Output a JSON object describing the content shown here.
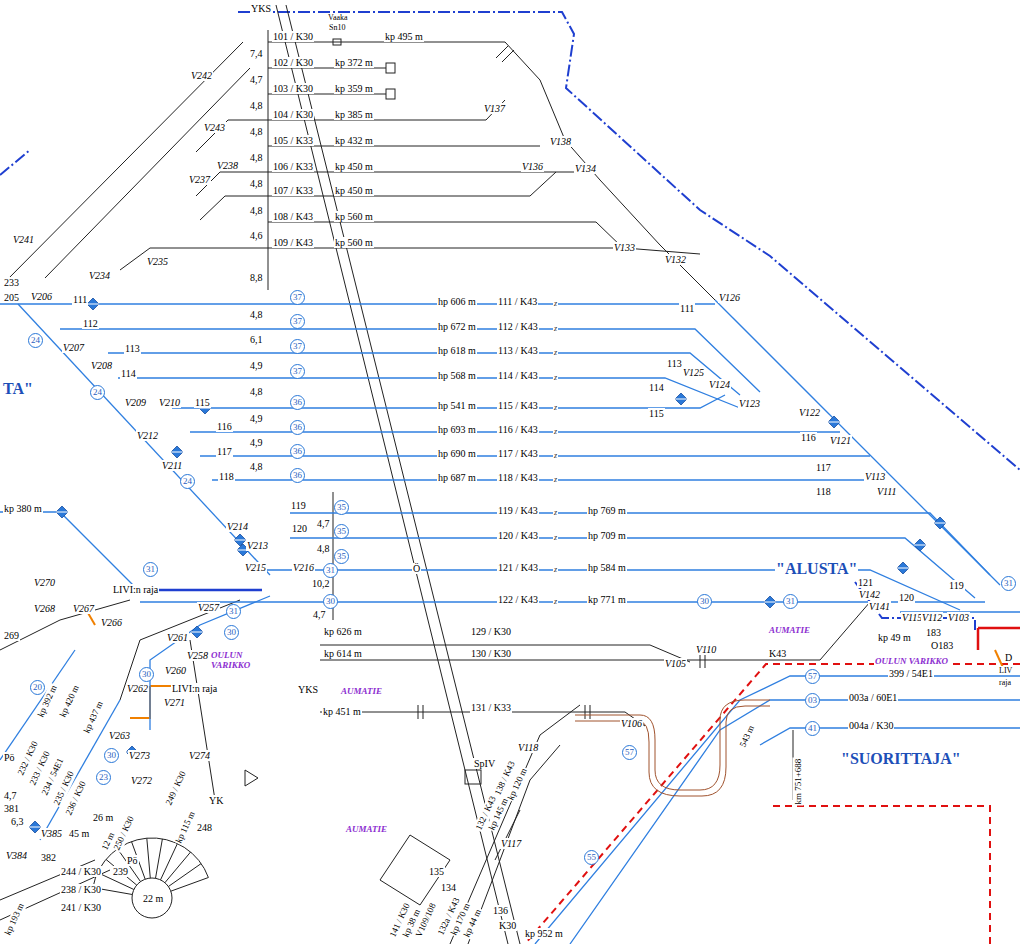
{
  "diagram": {
    "labels": [
      "YKS",
      "Vaaka",
      "Sn10",
      "101 / K30",
      "kp 495 m",
      "102 / K30",
      "kp 372 m",
      "103 / K30",
      "kp 359 m",
      "104 / K30",
      "kp 385 m",
      "105 / K33",
      "kp 432 m",
      "106 / K33",
      "kp 450 m",
      "107 / K33",
      "kp 450 m",
      "108 / K43",
      "kp 560 m",
      "109 / K43",
      "kp 560 m",
      "7,4",
      "4,7",
      "4,8",
      "4,8",
      "4,8",
      "4,8",
      "4,8",
      "4,6",
      "8,8",
      "4,8",
      "6,1",
      "4,9",
      "4,8",
      "4,9",
      "4,9",
      "4,8",
      "4,7",
      "4,8",
      "10,2",
      "4,7",
      "V242",
      "V243",
      "V238",
      "V237",
      "V241",
      "V234",
      "V235",
      "233",
      "205",
      "V206",
      "V207",
      "V208",
      "V209",
      "V210",
      "V212",
      "V211",
      "V214",
      "V213",
      "V215",
      "V216",
      "V137",
      "V138",
      "V136",
      "V134",
      "V133",
      "V132",
      "V126",
      "V125",
      "V124",
      "V123",
      "V122",
      "V121",
      "V113",
      "V111",
      "V142",
      "V141",
      "V115",
      "V112",
      "V103",
      "V110",
      "V105",
      "V106",
      "V118",
      "V117",
      "V270",
      "V268",
      "V267",
      "V266",
      "V257",
      "V261",
      "V258",
      "V260",
      "V262",
      "V271",
      "V263",
      "V273",
      "V274",
      "V272",
      "V385",
      "V384",
      "382",
      "381",
      "111",
      "112",
      "113",
      "114",
      "115",
      "116",
      "117",
      "118",
      "119",
      "120",
      "111",
      "113",
      "114",
      "115",
      "116",
      "117",
      "118",
      "121",
      "120",
      "119",
      "183",
      "O183",
      "kp 49 m",
      "37",
      "37",
      "37",
      "37",
      "36",
      "36",
      "36",
      "36",
      "35",
      "35",
      "35",
      "31",
      "30",
      "30",
      "31",
      "31",
      "24",
      "24",
      "24",
      "31",
      "31",
      "30",
      "30",
      "20",
      "30",
      "23",
      "57",
      "03",
      "41",
      "57",
      "55",
      "hp 606 m",
      "111 / K43",
      "hp 672 m",
      "112 / K43",
      "hp 618 m",
      "113 / K43",
      "hp 568 m",
      "114 / K43",
      "hp 541 m",
      "115 / K43",
      "hp 693 m",
      "116 / K43",
      "hp 690 m",
      "117 / K43",
      "hp 687 m",
      "118 / K43",
      "119 / K43",
      "hp 769 m",
      "120 / K43",
      "hp 709 m",
      "121 / K43",
      "hp 584 m",
      "122 / K43",
      "kp 771 m",
      "z",
      "z",
      "z",
      "z",
      "z",
      "z",
      "z",
      "z",
      "z",
      "z",
      "z",
      "z",
      "kp 380 m",
      "\"ALUSTA\"",
      "TA\"",
      "Ö",
      "LIVI:n raja",
      "LIVI:n raja",
      "OULUN VARIKKO",
      "OULUN VARIKKO",
      "AUMATIE",
      "AUMATIE",
      "AUMATIE",
      "YKS",
      "YK",
      "kp 626 m",
      "129 / K30",
      "kp 614 m",
      "130 / K30",
      "K43",
      "kp 451 m",
      "131 / K33",
      "399 / 54E1",
      "003a / 60E1",
      "004a / K30",
      "\"SUORITTAJA\"",
      "543 m",
      "km 751+688",
      "SpIV",
      "138 / K43",
      "kp 120 m",
      "132 / K43",
      "kp 145 m",
      "132a / K43",
      "kp 170 m",
      "kp 44 m",
      "136",
      "K30",
      "141 / K30",
      "kp 38 m",
      "V109/108",
      "135",
      "134",
      "kp 952 m",
      "kp 392 m",
      "kp 420 m",
      "kp 437 m",
      "232 / K30",
      "233 / K30",
      "234 / 54E1",
      "235 / K30",
      "236 / K30",
      "Pö",
      "Pö",
      "4,7",
      "6,3",
      "45 m",
      "26 m",
      "12 m",
      "250 / K30",
      "249 / K30",
      "248",
      "239",
      "kp 115 m",
      "244 / K30",
      "238 / K30",
      "241 / K30",
      "kp 193 m",
      "22 m",
      "269",
      "D",
      "LIV",
      "raja"
    ]
  }
}
